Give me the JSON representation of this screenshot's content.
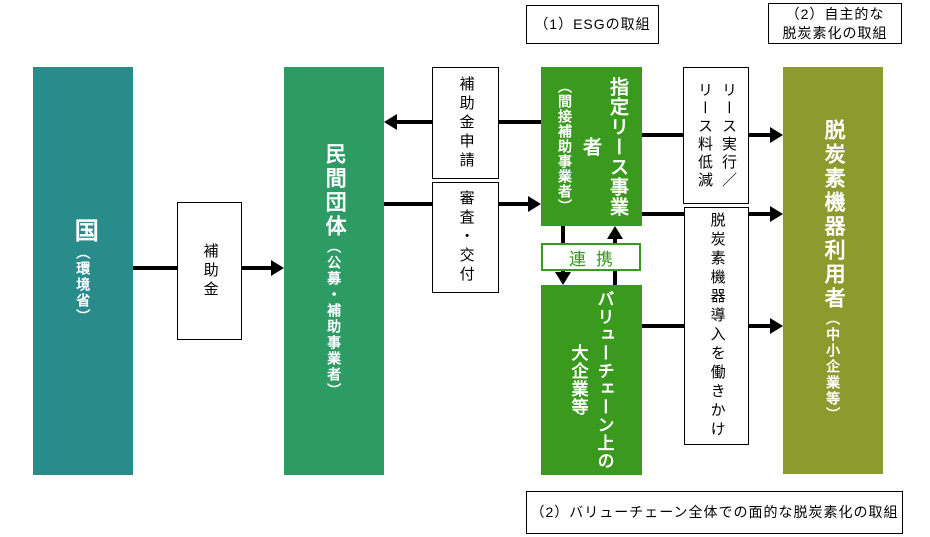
{
  "diagram": {
    "title_hint": "補助スキーム図（リース方式による脱炭素機器導入支援）",
    "colors": {
      "country_teal": "#2a8b8b",
      "private_org_green": "#2d9b64",
      "lease_bright_green": "#3a9a1e",
      "user_olive": "#8c9b2d",
      "line_black": "#000000",
      "cooperation_green": "#3a9a1e"
    },
    "nodes": {
      "country": {
        "title": "国",
        "subtitle": "（環境省）"
      },
      "private_org": {
        "title": "民間団体",
        "subtitle": "（公募・補助事業者）"
      },
      "lease_operator": {
        "title": "指定リース事業者",
        "subtitle": "（間接補助事業者）"
      },
      "value_chain": {
        "title": "バリューチェーン上の",
        "subtitle": "大企業等"
      },
      "equipment_user": {
        "title": "脱炭素機器利用者",
        "subtitle": "（中小企業等）"
      }
    },
    "flow_labels": {
      "subsidy": "補助金",
      "subsidy_application": "補助金申請",
      "review_grant": "審査・交付",
      "cooperation": "連携",
      "lease_line1": "リース実行／",
      "lease_line2": "リース料低減",
      "equipment_push": "脱炭素機器導入を働きかけ"
    },
    "annotations": {
      "esg": "（1）ESGの取組",
      "voluntary_line1": "（2）自主的な",
      "voluntary_line2": "脱炭素化の取組",
      "valuechain_wide": "（2）バリューチェーン全体での面的な脱炭素化の取組"
    }
  }
}
